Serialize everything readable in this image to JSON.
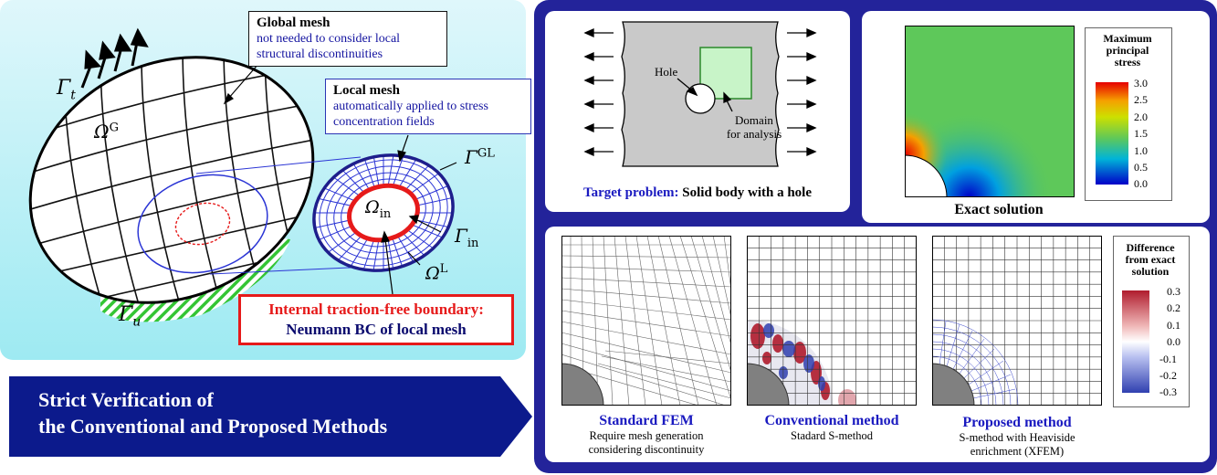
{
  "left": {
    "global_mesh": {
      "title": "Global mesh",
      "desc_lines": [
        "not needed to consider local",
        "structural discontinuities"
      ]
    },
    "local_mesh": {
      "title": "Local mesh",
      "desc_lines": [
        "automatically applied to stress",
        "concentration fields"
      ]
    },
    "boundary": {
      "line1": "Internal traction-free boundary:",
      "line2": "Neumann BC of local mesh"
    },
    "labels": {
      "gamma_t": "Γ",
      "gamma_t_sub": "t",
      "omega_g": "Ω",
      "omega_g_sup": "G",
      "gamma_u": "Γ",
      "gamma_u_sub": "u",
      "gamma_gl": "Γ",
      "gamma_gl_sup": "GL",
      "omega_in": "Ω",
      "omega_in_sub": "in",
      "gamma_in": "Γ",
      "gamma_in_sub": "in",
      "omega_l": "Ω",
      "omega_l_sup": "L"
    }
  },
  "banner": {
    "line1": "Strict Verification of",
    "line2": "the Conventional and Proposed Methods"
  },
  "target": {
    "hole_label": "Hole",
    "domain_lines": [
      "Domain",
      "for analysis"
    ],
    "caption_bold": "Target problem:",
    "caption_rest": " Solid body with a hole"
  },
  "exact": {
    "caption": "Exact solution",
    "legend_title_lines": [
      "Maximum",
      "principal",
      "stress"
    ],
    "ticks": [
      "3.0",
      "2.5",
      "2.0",
      "1.5",
      "1.0",
      "0.5",
      "0.0"
    ],
    "colors": {
      "high": "#e60000",
      "mid": "#5ec85a",
      "low": "#0000c8"
    }
  },
  "methods": [
    {
      "title": "Standard FEM",
      "sub_lines": [
        "Require mesh generation",
        "considering discontinuity"
      ]
    },
    {
      "title": "Conventional method",
      "sub_lines": [
        "Stadard S-method"
      ]
    },
    {
      "title": "Proposed method",
      "sub_lines": [
        "S-method with Heaviside",
        "enrichment (XFEM)"
      ]
    }
  ],
  "diff_legend": {
    "title_lines": [
      "Difference",
      "from exact",
      "solution"
    ],
    "ticks": [
      "0.3",
      "0.2",
      "0.1",
      "0.0",
      "-0.1",
      "-0.2",
      "-0.3"
    ],
    "colors": {
      "high": "#b01c2e",
      "mid": "#ffffff",
      "low": "#3040b0"
    }
  },
  "colors": {
    "accent": "#1a1ac0",
    "banner": "#0c1a8c",
    "frame": "#23239a",
    "red": "#e61a1a",
    "green": "#34c534"
  }
}
